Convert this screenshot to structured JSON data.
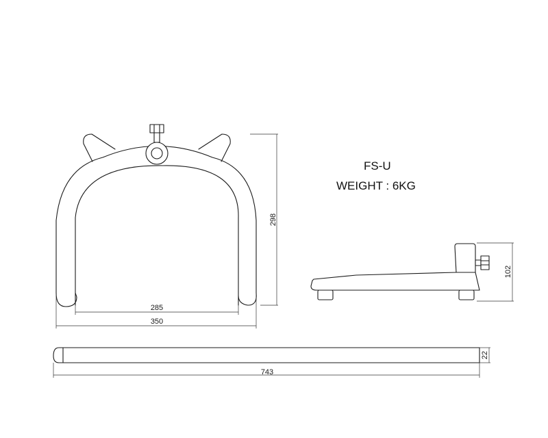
{
  "model": "FS-U",
  "weight": "WEIGHT : 6KG",
  "dimensions": {
    "inner_width": "285",
    "outer_width": "350",
    "front_height": "298",
    "side_height": "102",
    "bar_length": "743",
    "bar_thickness": "22"
  }
}
